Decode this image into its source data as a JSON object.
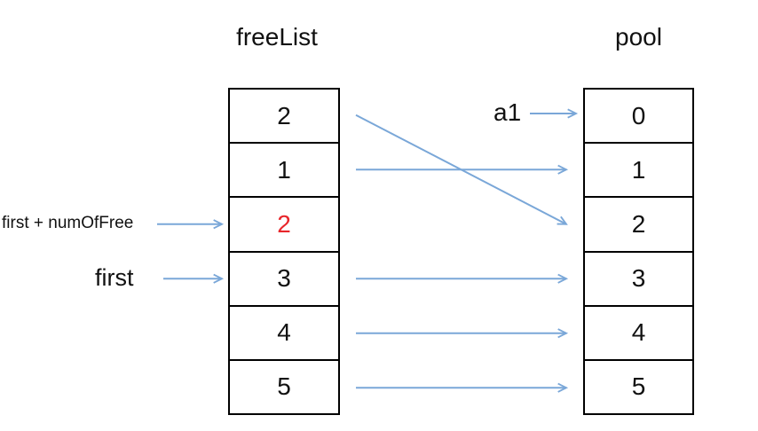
{
  "diagram": {
    "freelist": {
      "title": "freeList",
      "values": [
        "2",
        "1",
        "2",
        "3",
        "4",
        "5"
      ],
      "highlight_index": 2,
      "highlight_color": "#e8262b"
    },
    "pool": {
      "title": "pool",
      "values": [
        "0",
        "1",
        "2",
        "3",
        "4",
        "5"
      ]
    },
    "labels": {
      "first_num_of_free": "first + numOfFree",
      "first": "first",
      "a1": "a1"
    },
    "connections": [
      {
        "from": 0,
        "to": 2
      },
      {
        "from": 1,
        "to": 1
      },
      {
        "from": 3,
        "to": 3
      },
      {
        "from": 4,
        "to": 4
      },
      {
        "from": 5,
        "to": 5
      }
    ],
    "colors": {
      "arrow": "#7aa7d8",
      "border": "#000000",
      "text": "#111111"
    }
  }
}
